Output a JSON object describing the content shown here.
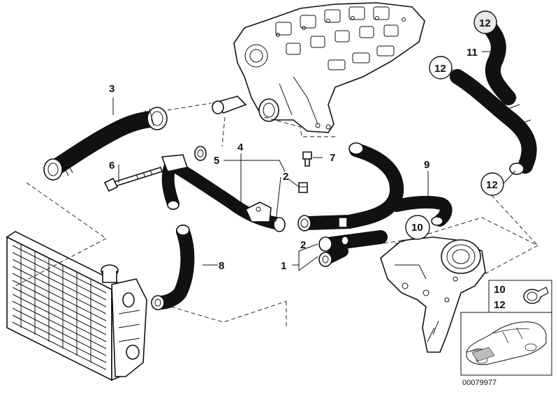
{
  "labels": {
    "p1": "1",
    "p2a": "2",
    "p2b": "2",
    "p3": "3",
    "p4": "4",
    "p5": "5",
    "p6": "6",
    "p7": "7",
    "p8": "8",
    "p9": "9",
    "p10": "10",
    "p11": "11",
    "p12a": "12",
    "p12b": "12",
    "p12c": "12"
  },
  "legend": {
    "item_a": "10",
    "item_b": "12"
  },
  "diagram_code": "00079977"
}
